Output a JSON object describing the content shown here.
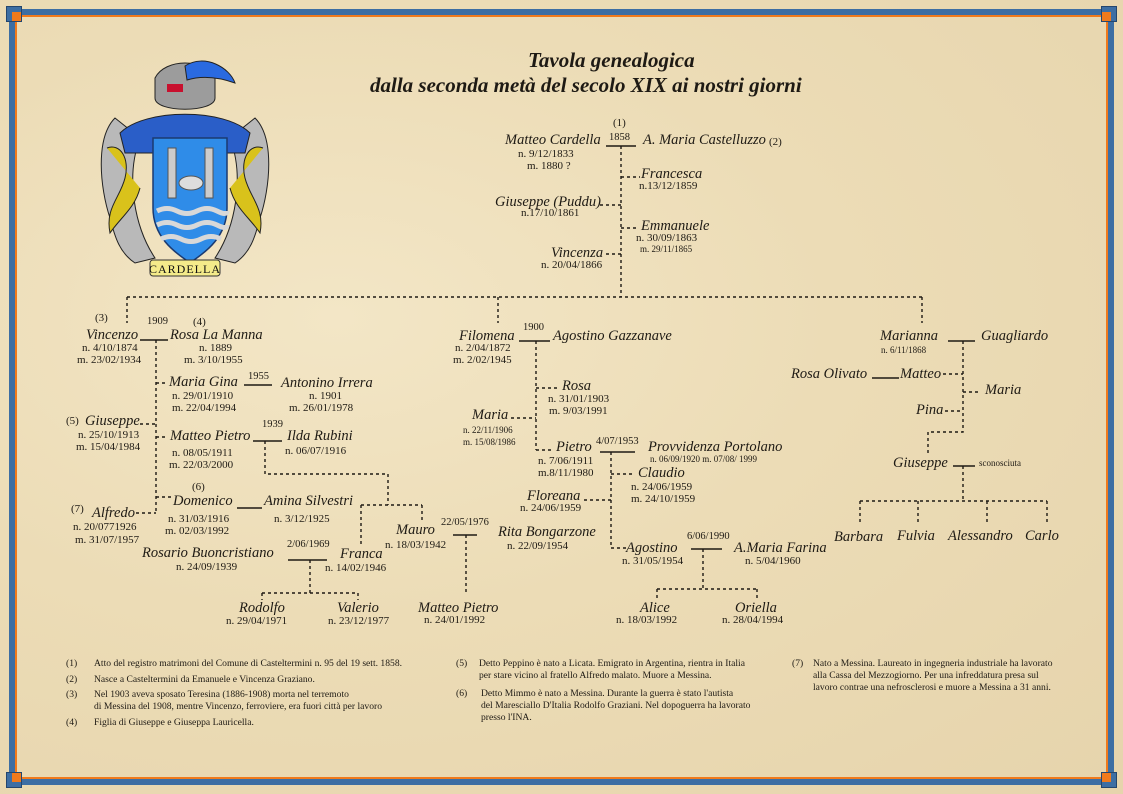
{
  "title": {
    "line1": "Tavola genealogica",
    "line2": "dalla seconda metà del secolo XIX ai nostri giorni"
  },
  "crest": {
    "motto": "CARDELLA"
  },
  "root": {
    "note_ref": "(1)",
    "year": "1858",
    "husband": "Matteo Cardella",
    "husband_born": "n. 9/12/1833",
    "husband_died": "m. 1880 ?",
    "wife": "A. Maria Castelluzzo",
    "wife_ref": "(2)",
    "francesca": {
      "name": "Francesca",
      "born": "n.13/12/1859"
    },
    "giuseppe": {
      "name": "Giuseppe (Puddu)",
      "born": "n.17/10/1861"
    },
    "emmanuele": {
      "name": "Emmanuele",
      "born": "n. 30/09/1863",
      "died": "m. 29/11/1865"
    },
    "vincenza": {
      "name": "Vincenza",
      "born": "n. 20/04/1866"
    }
  },
  "vincenzo_branch": {
    "ref3": "(3)",
    "ref4": "(4)",
    "year": "1909",
    "vincenzo": {
      "name": "Vincenzo",
      "born": "n. 4/10/1874",
      "died": "m. 23/02/1934"
    },
    "rosa": {
      "name": "Rosa La Manna",
      "born": "n. 1889",
      "died": "m. 3/10/1955"
    },
    "maria_gina": {
      "name": "Maria Gina",
      "born": "n. 29/01/1910",
      "died": "m. 22/04/1994",
      "year": "1955"
    },
    "antonino": {
      "name": "Antonino Irrera",
      "born": "n. 1901",
      "died": "m. 26/01/1978"
    },
    "giuseppe": {
      "ref": "(5)",
      "name": "Giuseppe",
      "born": "n. 25/10/1913",
      "died": "m. 15/04/1984"
    },
    "matteo_pietro": {
      "name": "Matteo Pietro",
      "born": "n. 08/05/1911",
      "died": "m. 22/03/2000",
      "year": "1939"
    },
    "ilda": {
      "name": "Ilda Rubini",
      "born": "n. 06/07/1916"
    },
    "domenico": {
      "ref": "(6)",
      "name": "Domenico",
      "born": "n. 31/03/1916",
      "died": "m. 02/03/1992"
    },
    "amina": {
      "name": "Amina Silvestri",
      "born": "n. 3/12/1925"
    },
    "alfredo": {
      "ref": "(7)",
      "name": "Alfredo",
      "born": "n. 20/0771926",
      "died": "m. 31/07/1957"
    },
    "rosario": {
      "name": "Rosario Buoncristiano",
      "born": "n. 24/09/1939",
      "date": "2/06/1969"
    },
    "franca": {
      "name": "Franca",
      "born": "n. 14/02/1946"
    },
    "rodolfo": {
      "name": "Rodolfo",
      "born": "n. 29/04/1971"
    },
    "valerio": {
      "name": "Valerio",
      "born": "n. 23/12/1977"
    },
    "mauro": {
      "name": "Mauro",
      "born": "n. 18/03/1942",
      "date": "22/05/1976"
    },
    "rita": {
      "name": "Rita Bongarzone",
      "born": "n. 22/09/1954"
    },
    "matteo_pietro_jr": {
      "name": "Matteo Pietro",
      "born": "n. 24/01/1992"
    }
  },
  "filomena_branch": {
    "year": "1900",
    "filomena": {
      "name": "Filomena",
      "born": "n. 2/04/1872",
      "died": "m. 2/02/1945"
    },
    "agostino_g": {
      "name": "Agostino Gazzanave"
    },
    "rosa": {
      "name": "Rosa",
      "born": "n. 31/01/1903",
      "died": "m. 9/03/1991"
    },
    "maria": {
      "name": "Maria",
      "born": "n. 22/11/1906",
      "died": "m. 15/08/1986"
    },
    "pietro": {
      "name": "Pietro",
      "born": "n. 7/06/1911",
      "died": "m.8/11/1980",
      "date": "4/07/1953"
    },
    "provvidenza": {
      "name": "Provvidenza Portolano",
      "dates": "n. 06/09/1920  m. 07/08/ 1999"
    },
    "claudio": {
      "name": "Claudio",
      "born": "n. 24/06/1959",
      "died": "m. 24/10/1959"
    },
    "floreana": {
      "name": "Floreana",
      "born": "n. 24/06/1959"
    },
    "agostino": {
      "name": "Agostino",
      "born": "n. 31/05/1954",
      "date": "6/06/1990"
    },
    "amaria": {
      "name": "A.Maria Farina",
      "born": "n. 5/04/1960"
    },
    "alice": {
      "name": "Alice",
      "born": "n. 18/03/1992"
    },
    "oriella": {
      "name": "Oriella",
      "born": "n. 28/04/1994"
    }
  },
  "marianna_branch": {
    "marianna": {
      "name": "Marianna",
      "born": "n. 6/11/1868"
    },
    "guagliardo": {
      "name": "Guagliardo"
    },
    "rosa_olivato": {
      "name": "Rosa Olivato"
    },
    "matteo": {
      "name": "Matteo"
    },
    "maria": {
      "name": "Maria"
    },
    "pina": {
      "name": "Pina"
    },
    "giuseppe": {
      "name": "Giuseppe"
    },
    "sconosciuta": "sconosciuta",
    "children": [
      "Barbara",
      "Fulvia",
      "Alessandro",
      "Carlo"
    ]
  },
  "notes": [
    {
      "num": "(1)",
      "text": "Atto del registro matrimoni del Comune di Casteltermini n. 95 del 19 sett. 1858."
    },
    {
      "num": "(2)",
      "text": "Nasce a Casteltermini da Emanuele e Vincenza Graziano."
    },
    {
      "num": "(3)",
      "text": "Nel 1903 aveva sposato Teresina (1886-1908) morta nel terremoto",
      "text2": "di Messina del 1908, mentre Vincenzo, ferroviere, era fuori città per lavoro"
    },
    {
      "num": "(4)",
      "text": "Figlia di Giuseppe e Giuseppa Lauricella."
    },
    {
      "num": "(5)",
      "text": "Detto Peppino è nato a Licata. Emigrato in Argentina, rientra in Italia",
      "text2": "per stare vicino al fratello Alfredo malato. Muore a Messina."
    },
    {
      "num": "(6)",
      "text": "Detto Mimmo è nato a Messina. Durante la guerra è stato l'autista",
      "text2": "del Maresciallo D'Italia Rodolfo Graziani. Nel dopoguerra ha lavorato",
      "text3": "presso l'INA."
    },
    {
      "num": "(7)",
      "text": "Nato a Messina. Laureato in ingegneria industriale ha lavorato",
      "text2": " alla Cassa del Mezzogiorno. Per una infreddatura presa sul",
      "text3": "lavoro contrae una nefrosclerosi e muore a Messina a 31 anni."
    }
  ],
  "colors": {
    "frame": "#3d6ea3",
    "frame_accent": "#f07a1c",
    "paper": "#ecdcb6",
    "ink": "#1e1a14"
  }
}
